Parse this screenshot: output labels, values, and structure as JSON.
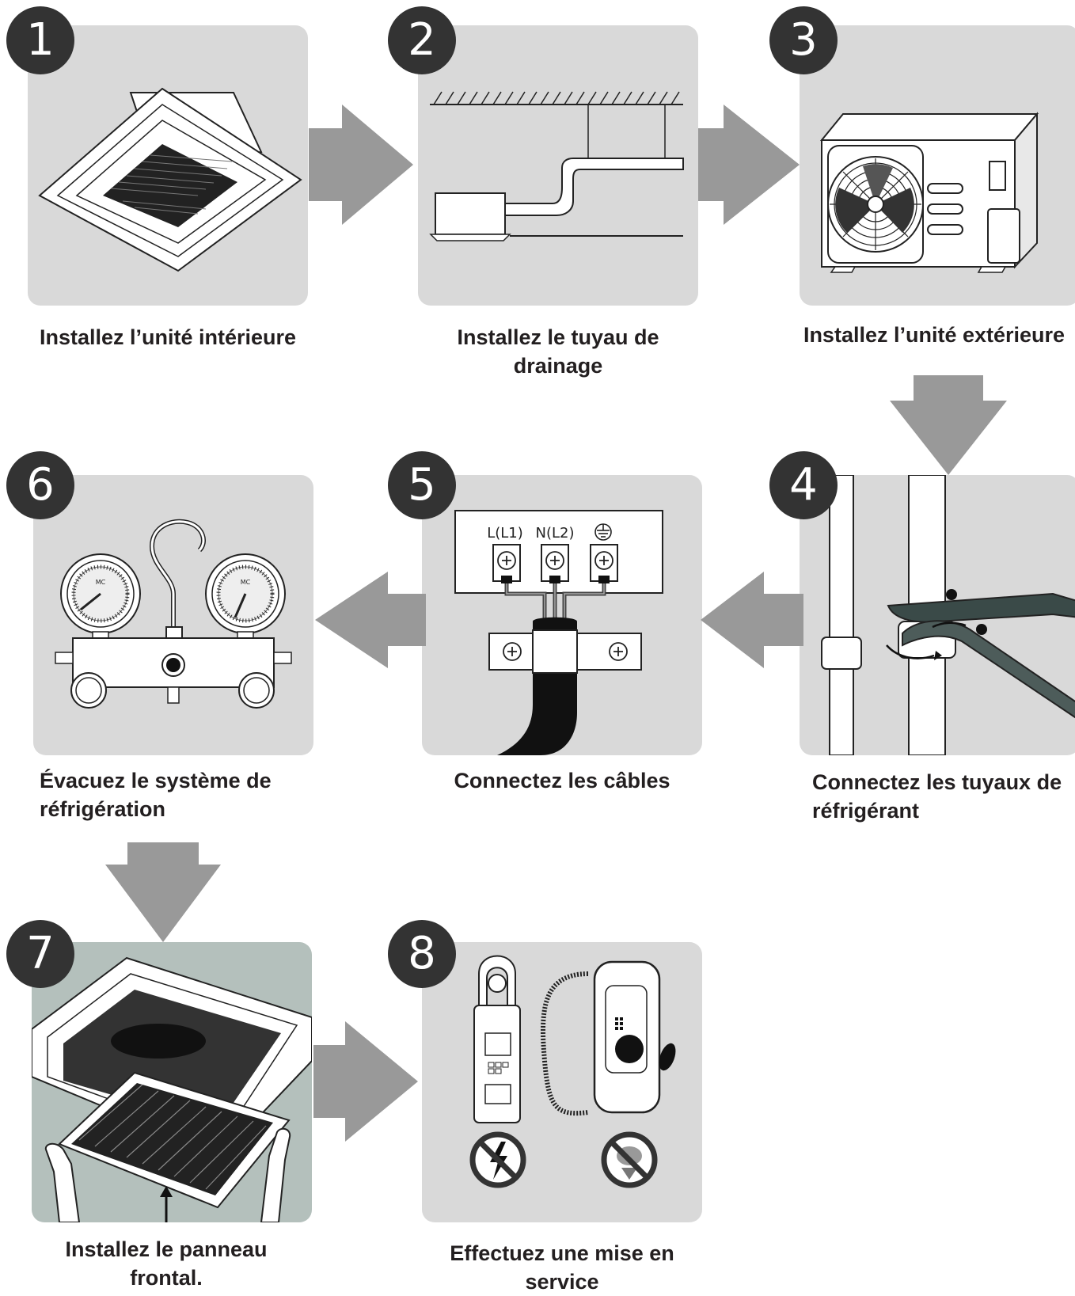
{
  "steps": [
    {
      "number": "1",
      "caption": "Installez l’unité intérieure"
    },
    {
      "number": "2",
      "caption": "Installez le tuyau de drainage"
    },
    {
      "number": "3",
      "caption": "Installez l’unité extérieure"
    },
    {
      "number": "4",
      "caption": "Connectez les tuyaux de réfrigérant"
    },
    {
      "number": "5",
      "caption": "Connectez les câbles"
    },
    {
      "number": "6",
      "caption": "Évacuez le système de réfrigération"
    },
    {
      "number": "7",
      "caption": "Installez le panneau frontal."
    },
    {
      "number": "8",
      "caption": "Effectuez une mise en service"
    }
  ],
  "terminals": {
    "l1": "L(L1)",
    "n2": "N(L2)"
  },
  "gauge_label": "MC",
  "colors": {
    "panel": "#d9d9d9",
    "badge": "#333333",
    "arrow": "#999999",
    "panel7": "#b4c0bc",
    "caption": "#231f20"
  }
}
